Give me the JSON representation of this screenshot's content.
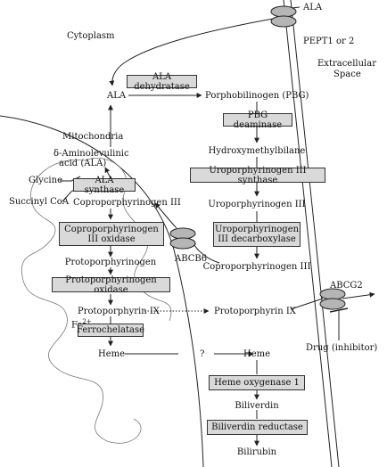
{
  "regions": {
    "cytoplasm": "Cytoplasm",
    "mitochondria": "Mitochondria",
    "extracellular_1": "Extracellular",
    "extracellular_2": "Space"
  },
  "transporters": {
    "pept": "PEPT1 or 2",
    "abcb6": "ABCB6",
    "abcg2": "ABCG2",
    "drug": "Drug (inhibitor)"
  },
  "metabolites": {
    "ala_out": "ALA",
    "ala_cyto": "ALA",
    "pbg": "Porphobilinogen (PBG)",
    "hmb": "Hydroxymethylbilane",
    "uro3": "Uroporphyrinogen III",
    "copro3_cyto": "Coproporphyrinogen III",
    "aminolev_line1": "δ-Aminolevulinic",
    "aminolev_line2": "acid (ALA)",
    "glycine": "Glycine",
    "succinyl": "Succinyl CoA",
    "copro3_mito": "Coproporphyrinogen III",
    "protogen": "Protoporphyrinogen",
    "ppix_mito": "Protoporphyrin IX",
    "fe": "Fe",
    "fe_charge": "2+",
    "heme_mito": "Heme",
    "ppix_cyto": "Protoporphyrin IX",
    "heme_cyto": "Heme",
    "question": "?",
    "biliverdin": "Biliverdin",
    "bilirubin": "Bilirubin"
  },
  "enzymes": {
    "ala_dehydratase": "ALA dehydratase",
    "pbg_deaminase": "PBG deaminase",
    "uro3_synthase": "Uroporphyrinogen III synthase",
    "uro3_decarboxylase": "Uroporphyrinogen III decarboxylase",
    "ala_synthase": "ALA synthase",
    "copro3_oxidase": "Coproporphyrinogen III oxidase",
    "protogen_oxidase": "Protoporphyrinogen oxidase",
    "ferrochelatase": "Ferrochelatase",
    "heme_oxygenase": "Heme oxygenase 1",
    "biliverdin_reductase": "Biliverdin reductase"
  },
  "colors": {
    "enzyme_fill": "#d9d9d9",
    "line": "#222222",
    "transporter_fill": "#b5b5b5"
  }
}
